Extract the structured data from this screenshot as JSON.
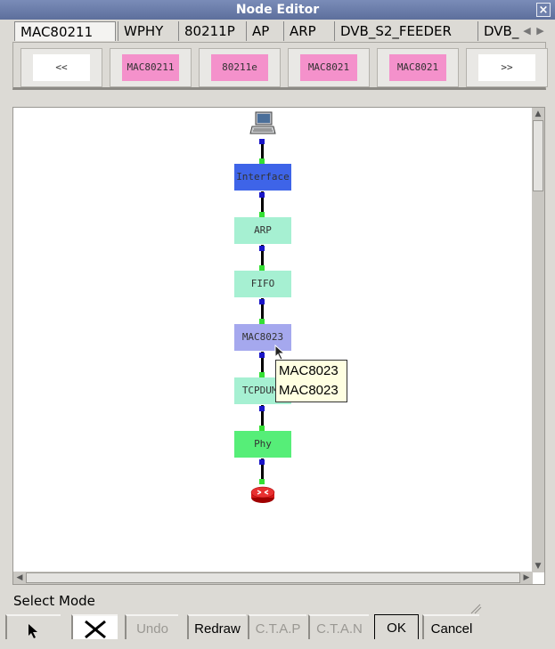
{
  "window": {
    "title": "Node Editor",
    "close_glyph": "×"
  },
  "tabs": [
    {
      "label": "MAC80211",
      "active": true
    },
    {
      "label": "WPHY",
      "active": false
    },
    {
      "label": "80211P",
      "active": false
    },
    {
      "label": "AP",
      "active": false
    },
    {
      "label": "ARP",
      "active": false
    },
    {
      "label": "DVB_S2_FEEDER",
      "active": false
    },
    {
      "label": "DVB_",
      "active": false
    }
  ],
  "tab_scroll": {
    "left": "◀",
    "right": "▶"
  },
  "palette": [
    {
      "label": "<<",
      "color": "#ffffff"
    },
    {
      "label": "MAC80211",
      "color": "#f491cb"
    },
    {
      "label": "80211e",
      "color": "#f491cb"
    },
    {
      "label": "MAC8021",
      "color": "#f491cb"
    },
    {
      "label": "MAC8021",
      "color": "#f491cb"
    },
    {
      "label": ">>",
      "color": "#ffffff"
    }
  ],
  "stack": {
    "top_icon": "computer-icon",
    "bottom_icon": "router-icon",
    "nodes": [
      {
        "label": "Interface",
        "color": "#3e64e8"
      },
      {
        "label": "ARP",
        "color": "#a6f0d2"
      },
      {
        "label": "FIFO",
        "color": "#a6f0d2"
      },
      {
        "label": "MAC8023",
        "color": "#a5a8ee"
      },
      {
        "label": "TCPDUMP",
        "color": "#a6f0d2"
      },
      {
        "label": "Phy",
        "color": "#56ee78"
      }
    ]
  },
  "tooltip": {
    "line1": "MAC8023",
    "line2": "MAC8023"
  },
  "status": {
    "mode": "Select Mode"
  },
  "toolbar": {
    "select_icon": "pointer-icon",
    "delete_icon": "x-icon",
    "undo": "Undo",
    "redraw": "Redraw",
    "ctap": "C.T.A.P",
    "ctan": "C.T.A.N",
    "ok": "OK",
    "cancel": "Cancel"
  }
}
